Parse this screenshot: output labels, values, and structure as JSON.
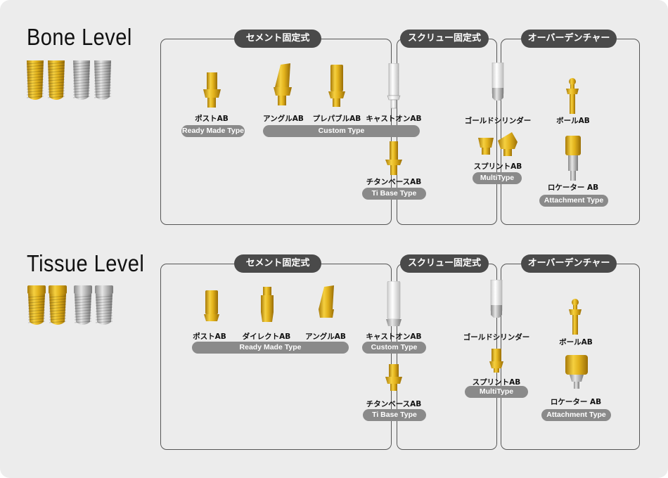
{
  "sections": [
    {
      "title": "Bone Level",
      "groups": {
        "cement": "セメント固定式",
        "screw": "スクリュー固定式",
        "overdenture": "オーバーデンチャー"
      },
      "items": {
        "post": "ポストAB",
        "angle": "アングルAB",
        "preparable": "プレパブルAB",
        "caston": "キャストオンAB",
        "tibase": "チタンベースAB",
        "goldcyl": "ゴールドシリンダー",
        "splint": "スプリントAB",
        "ball": "ボールAB",
        "locator": "ロケーター AB"
      },
      "tags": {
        "ready": "Ready Made Type",
        "custom": "Custom Type",
        "tibase": "Ti Base Type",
        "multi": "MultiType",
        "attach": "Attachment Type"
      }
    },
    {
      "title": "Tissue Level",
      "groups": {
        "cement": "セメント固定式",
        "screw": "スクリュー固定式",
        "overdenture": "オーバーデンチャー"
      },
      "items": {
        "post": "ポストAB",
        "direct": "ダイレクトAB",
        "angle": "アングルAB",
        "caston": "キャストオンAB",
        "tibase": "チタンベースAB",
        "goldcyl": "ゴールドシリンダー",
        "splint": "スプリントAB",
        "ball": "ボールAB",
        "locator": "ロケーター AB"
      },
      "tags": {
        "ready": "Ready Made Type",
        "custom": "Custom Type",
        "tibase": "Ti Base Type",
        "multi": "MultiType",
        "attach": "Attachment Type"
      }
    }
  ],
  "colors": {
    "gold": "#e0b21c",
    "silver": "#c8c8c8",
    "pill": "#4a4a4a",
    "tag": "#8a8a8a"
  }
}
